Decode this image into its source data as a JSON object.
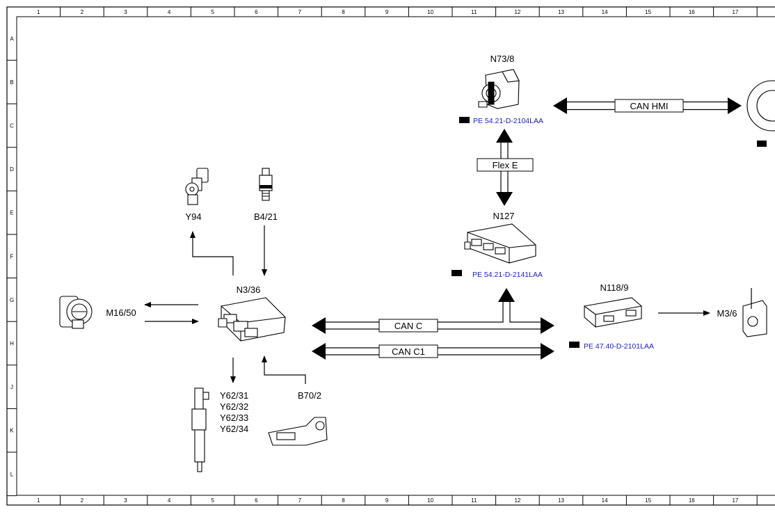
{
  "grid": {
    "columns": [
      "1",
      "2",
      "3",
      "4",
      "5",
      "6",
      "7",
      "8",
      "9",
      "10",
      "11",
      "12",
      "13",
      "14",
      "15",
      "16",
      "17"
    ],
    "rows": [
      "A",
      "B",
      "C",
      "D",
      "E",
      "F",
      "G",
      "H",
      "J",
      "K",
      "L"
    ]
  },
  "components": {
    "n73_8": "N73/8",
    "n127": "N127",
    "n3_36": "N3/36",
    "n118_9": "N118/9",
    "y94": "Y94",
    "b4_21": "B4/21",
    "m16_50": "M16/50",
    "m3_6": "M3/6",
    "b70_2": "B70/2",
    "y62": [
      "Y62/31",
      "Y62/32",
      "Y62/33",
      "Y62/34"
    ]
  },
  "buses": {
    "can_hmi": "CAN HMI",
    "flex_e": "Flex E",
    "can_c": "CAN C",
    "can_c1": "CAN C1"
  },
  "references": {
    "n73_8": "PE 54.21-D-2104LAA",
    "n127": "PE 54.21-D-2141LAA",
    "n118_9": "PE 47.40-D-2101LAA"
  },
  "colors": {
    "reference_text": "#1a1acc",
    "line": "#000000"
  },
  "icons": {
    "reference": "pointing-hand-icon"
  }
}
